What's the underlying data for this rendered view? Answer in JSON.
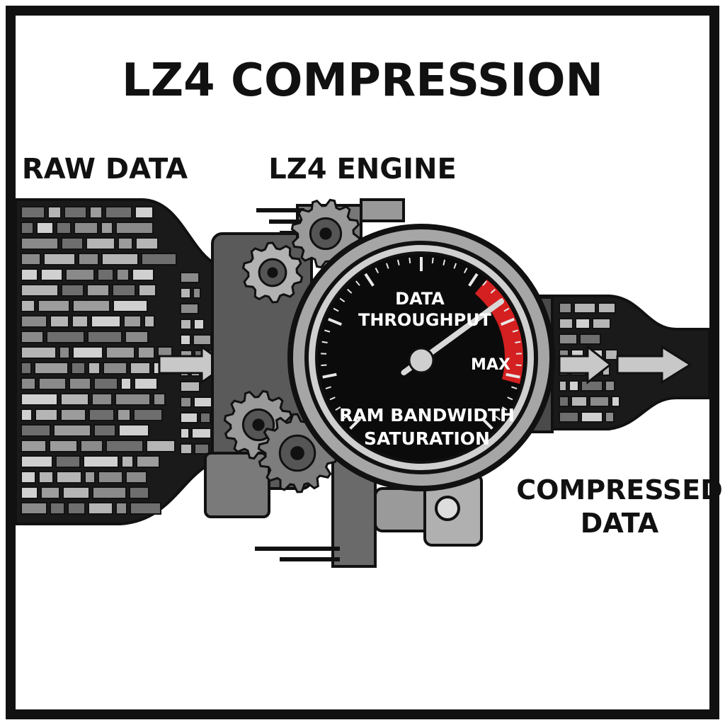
{
  "title": "LZ4 COMPRESSION",
  "labels": {
    "raw_data": "RAW DATA",
    "engine": "LZ4 ENGINE",
    "compressed_line1": "COMPRESSED",
    "compressed_line2": "DATA"
  },
  "gauge": {
    "top_line1": "DATA",
    "top_line2": "THROUGHPUT",
    "max_label": "MAX",
    "bottom_line1": "RAM BANDWIDTH",
    "bottom_line2": "SATURATION",
    "needle_level": "near max",
    "redline_color": "#d42020"
  },
  "colors": {
    "ink": "#111111",
    "metal": "#8a8a8a",
    "metal_light": "#c4c4c4",
    "metal_dark": "#4a4a4a",
    "accent_red": "#d42020"
  },
  "icons": [
    "gear-icon",
    "arrow-right-icon",
    "gauge-icon",
    "piston-icon"
  ]
}
